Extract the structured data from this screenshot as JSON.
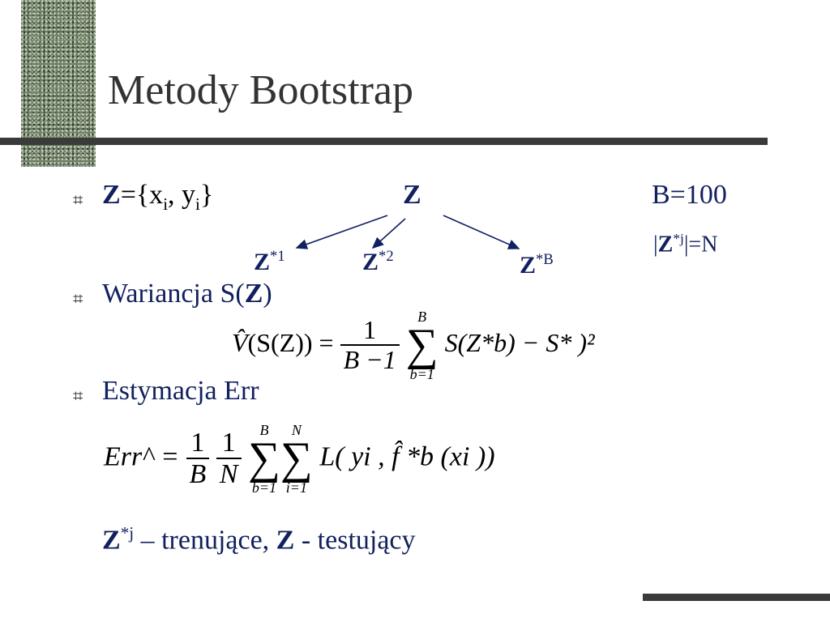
{
  "slide": {
    "title": "Metody Bootstrap",
    "bullet_icon": "square-hash-bullet-icon",
    "b_value": "B=100",
    "z_size": {
      "prefix": "|",
      "z": "Z",
      "sup": "*j",
      "suffix": "|=N"
    },
    "bullets": [
      {
        "z": "Z",
        "rest_a": "={x",
        "sub_a": "i",
        "rest_b": ", y",
        "sub_b": "i",
        "rest_c": "}"
      },
      {
        "label": "Wariancja S(",
        "z": "Z",
        "close": ")"
      },
      {
        "label": "Estymacja Err"
      }
    ],
    "tree": {
      "root": "Z",
      "children": [
        {
          "z": "Z",
          "sup": "*1"
        },
        {
          "z": "Z",
          "sup": "*2"
        },
        {
          "z": "Z",
          "sup": "*B"
        }
      ]
    },
    "variance_formula": {
      "lhs_v": "V̂",
      "lhs_rest": "(S(Z)) =",
      "num": "1",
      "den": "B −1",
      "sum_top": "B",
      "sum_bottom": "b=1",
      "body": "S(Z*b) − S* )²"
    },
    "err_formula": {
      "lhs": "Err^ =",
      "frac1_num": "1",
      "frac1_den": "B",
      "frac2_num": "1",
      "frac2_den": "N",
      "sum1_top": "B",
      "sum1_bottom": "b=1",
      "sum2_top": "N",
      "sum2_bottom": "i=1",
      "body": "L( yi , f̂ *b (xi ))"
    },
    "footer_line": {
      "z1": "Z",
      "sup": "*j",
      "mid": " – trenujące, ",
      "z2": "Z",
      "end": " - testujący"
    }
  }
}
